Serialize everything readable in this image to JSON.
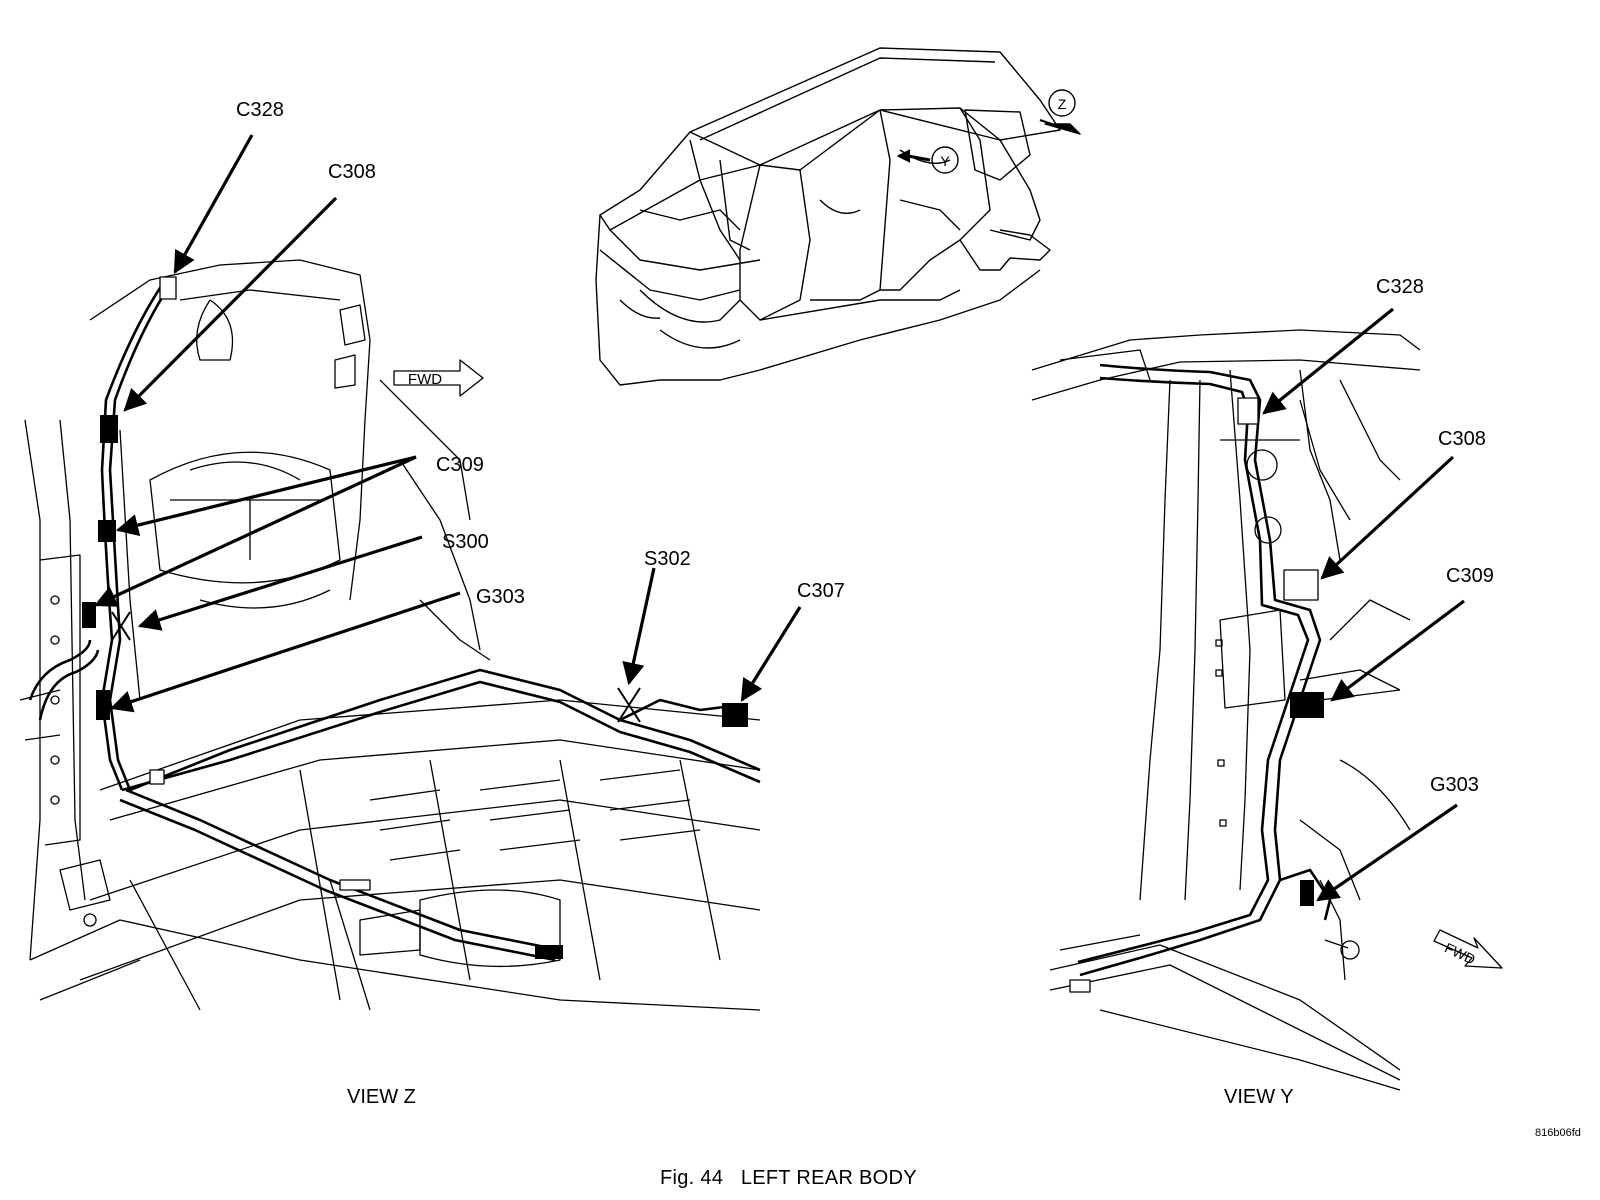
{
  "figure": {
    "caption_number": "Fig. 44",
    "caption_title": "LEFT REAR BODY",
    "image_code": "816b06fd"
  },
  "view_z": {
    "title": "VIEW Z",
    "direction_marker": "FWD",
    "callouts": {
      "c328": "C328",
      "c308": "C308",
      "c309": "C309",
      "s300": "S300",
      "g303": "G303",
      "s302": "S302",
      "c307": "C307"
    }
  },
  "view_y": {
    "title": "VIEW Y",
    "direction_marker": "FWD",
    "callouts": {
      "c328": "C328",
      "c308": "C308",
      "c309": "C309",
      "g303": "G303"
    }
  },
  "overview": {
    "marker_z": "Z",
    "marker_y": "Y"
  }
}
